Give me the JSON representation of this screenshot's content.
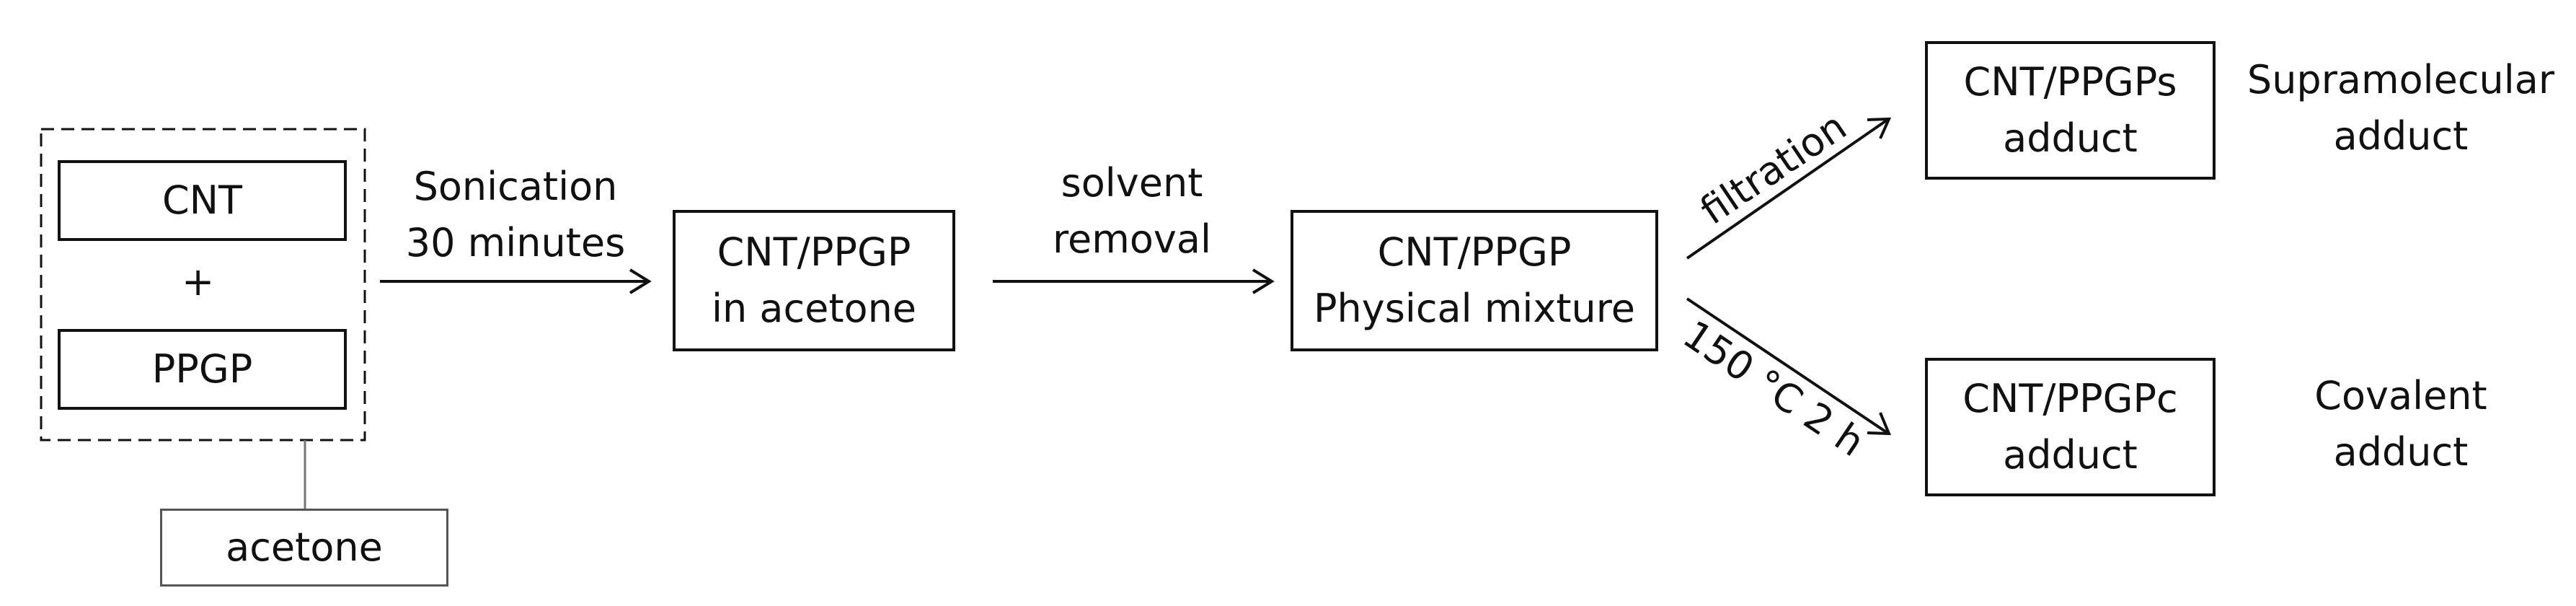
{
  "group": {
    "top": "CNT",
    "plus": "+",
    "bottom": "PPGP"
  },
  "solvent": "acetone",
  "step1": {
    "line1": "Sonication",
    "line2": "30 minutes"
  },
  "box_dispersion": {
    "line1": "CNT/PPGP",
    "line2": "in acetone"
  },
  "step2": {
    "line1": "solvent",
    "line2": "removal"
  },
  "box_mixture": {
    "line1": "CNT/PPGP",
    "line2": "Physical mixture"
  },
  "branch_upper": "filtration",
  "branch_lower": "150 °C 2 h",
  "box_supra": {
    "line1": "CNT/PPGPs",
    "line2": "adduct"
  },
  "box_covalent": {
    "line1": "CNT/PPGPc",
    "line2": "adduct"
  },
  "label_supra": {
    "line1": "Supramolecular",
    "line2": "adduct"
  },
  "label_covalent": {
    "line1": "Covalent",
    "line2": "adduct"
  }
}
